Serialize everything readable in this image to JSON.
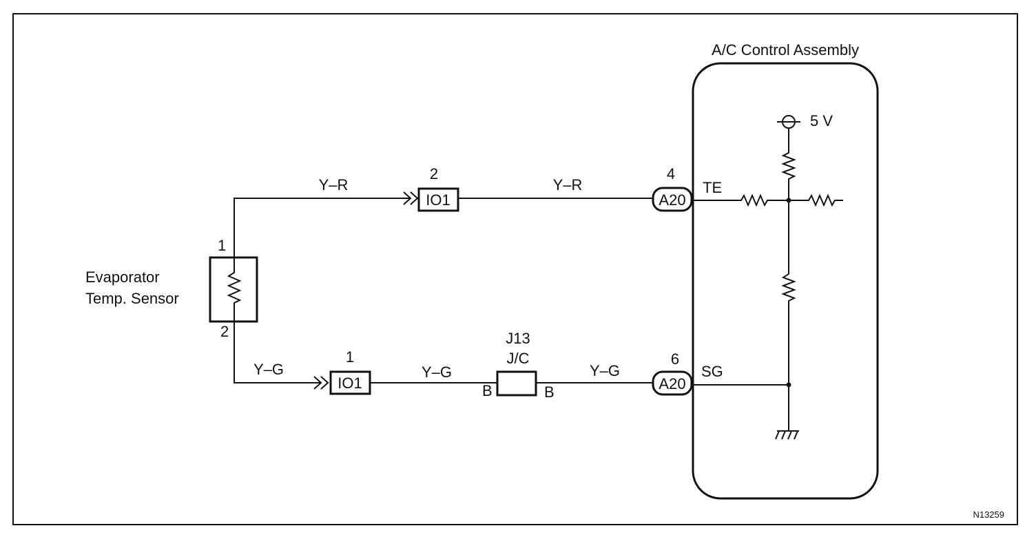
{
  "diagram": {
    "figure_id": "N13259",
    "assembly_title": "A/C Control Assembly",
    "sensor_label_line1": "Evaporator",
    "sensor_label_line2": "Temp. Sensor",
    "sensor_pin_top": "1",
    "sensor_pin_bottom": "2",
    "wire_upper_1": "Y–R",
    "wire_upper_2": "Y–R",
    "wire_lower_1": "Y–G",
    "wire_lower_2": "Y–G",
    "wire_lower_3": "Y–G",
    "connector_io1_upper": "IO1",
    "connector_io1_upper_pin": "2",
    "connector_io1_lower": "IO1",
    "connector_io1_lower_pin": "1",
    "junction_name": "J13",
    "junction_sub": "J/C",
    "junction_pin_left": "B",
    "junction_pin_right": "B",
    "a20_upper": "A20",
    "a20_upper_pin": "4",
    "a20_lower": "A20",
    "a20_lower_pin": "6",
    "term_te": "TE",
    "term_sg": "SG",
    "supply_voltage": "5 V"
  }
}
